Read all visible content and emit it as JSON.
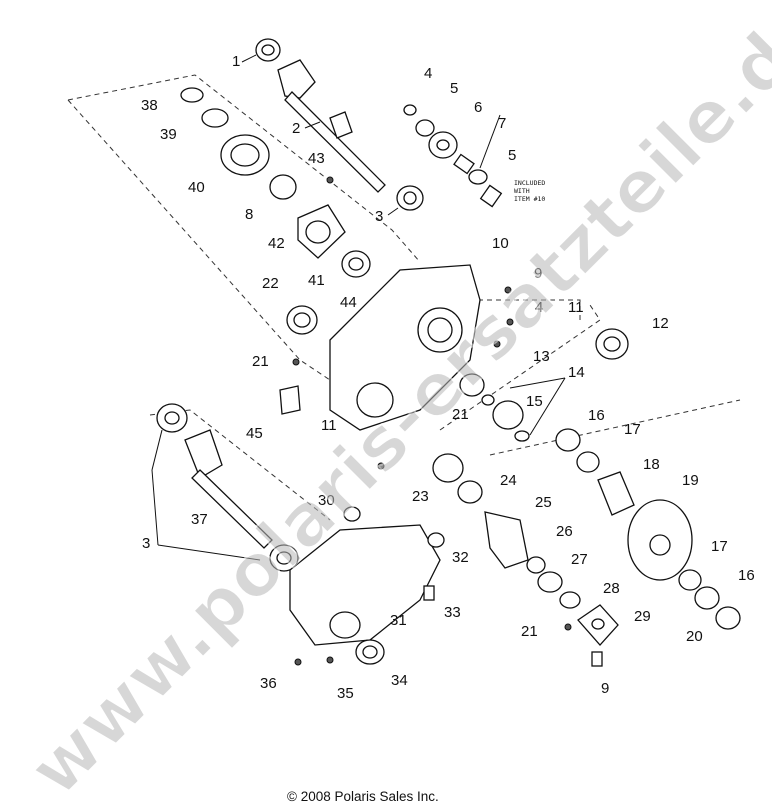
{
  "diagram": {
    "callouts": [
      "1",
      "2",
      "3",
      "4",
      "5",
      "6",
      "7",
      "5",
      "8",
      "9",
      "10",
      "11",
      "12",
      "13",
      "14",
      "15",
      "16",
      "17",
      "18",
      "19",
      "20",
      "21",
      "22",
      "23",
      "24",
      "25",
      "26",
      "27",
      "28",
      "29",
      "9",
      "30",
      "31",
      "32",
      "33",
      "34",
      "35",
      "36",
      "37",
      "38",
      "39",
      "40",
      "41",
      "42",
      "43",
      "44",
      "45",
      "3",
      "4",
      "11",
      "17",
      "16",
      "21",
      "21"
    ],
    "note_lines": [
      "INCLUDED",
      "WITH",
      "ITEM #10"
    ],
    "copyright": "© 2008 Polaris Sales Inc.",
    "watermark": "www.polaris-ersatzteile.de"
  }
}
